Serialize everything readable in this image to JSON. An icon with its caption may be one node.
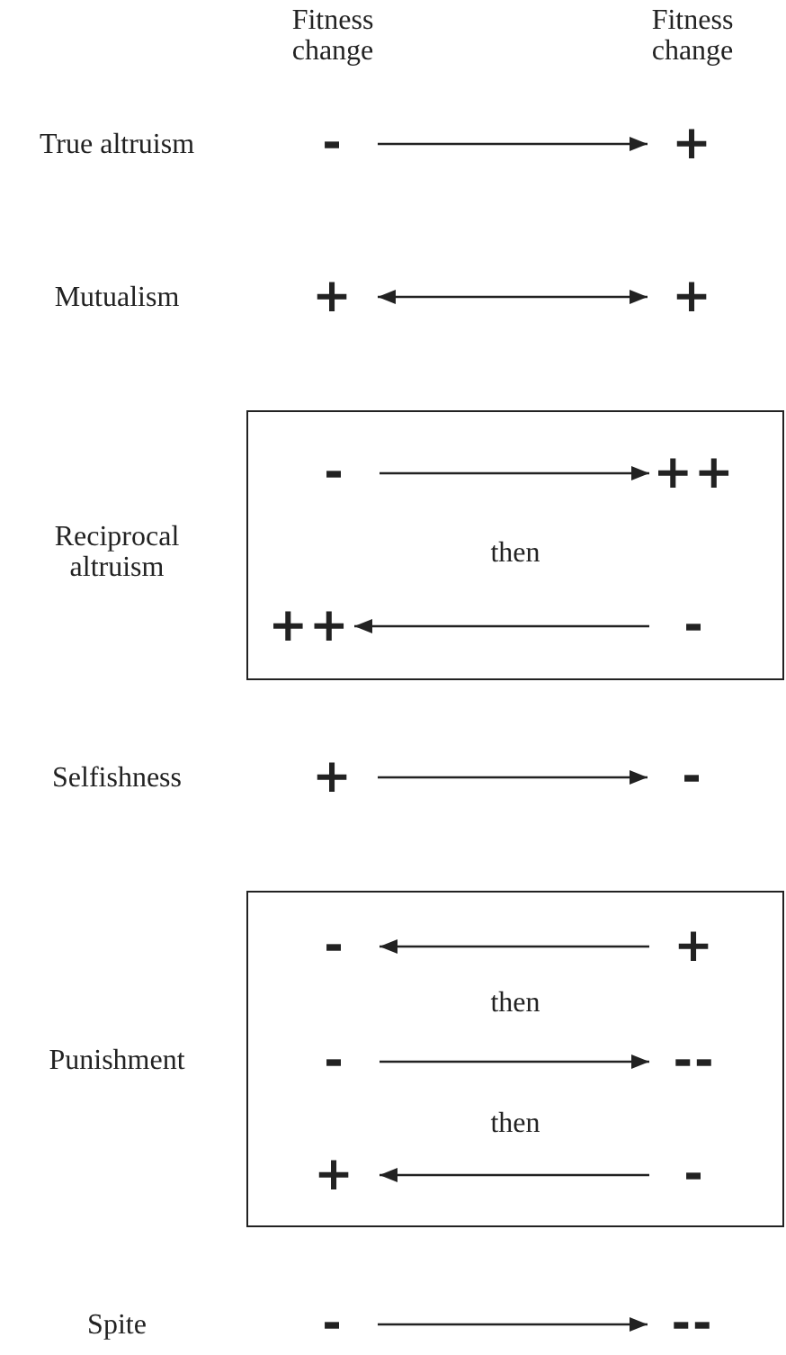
{
  "diagram": {
    "nodes": [
      {
        "text": [
          "-"
        ]
      },
      {
        "text": [
          "+"
        ]
      },
      {
        "text": [
          "+"
        ]
      },
      {
        "text": [
          "+"
        ]
      },
      {
        "text": [
          "then"
        ]
      },
      {
        "text": [
          "-"
        ],
        "in": 4
      },
      {
        "text": [
          "++"
        ],
        "in": 4
      },
      {
        "text": [
          "++"
        ],
        "in": 4
      },
      {
        "text": [
          "-"
        ],
        "in": 4
      },
      {
        "text": [
          "+"
        ]
      },
      {
        "text": [
          "-"
        ]
      },
      {
        "text": [
          "then",
          "then"
        ]
      },
      {
        "text": [
          "-"
        ],
        "in": 11
      },
      {
        "text": [
          "+"
        ],
        "in": 11
      },
      {
        "text": [
          "-"
        ],
        "in": 11
      },
      {
        "text": [
          "--"
        ],
        "in": 11
      },
      {
        "text": [
          "+"
        ],
        "in": 11
      },
      {
        "text": [
          "-"
        ],
        "in": 11
      },
      {
        "text": [
          "-"
        ]
      },
      {
        "text": [
          "--"
        ]
      }
    ],
    "edges": [
      {
        "from": 0,
        "to": 1,
        "arrow": "to"
      },
      {
        "from": 2,
        "to": 3,
        "arrow": "both"
      },
      {
        "from": 5,
        "to": 6,
        "arrow": "to"
      },
      {
        "from": 8,
        "to": 7,
        "arrow": "to"
      },
      {
        "from": 9,
        "to": 10,
        "arrow": "to"
      },
      {
        "from": 13,
        "to": 12,
        "arrow": "to"
      },
      {
        "from": 14,
        "to": 15,
        "arrow": "to"
      },
      {
        "from": 17,
        "to": 16,
        "arrow": "to"
      },
      {
        "from": 18,
        "to": 19,
        "arrow": "to"
      }
    ],
    "labels": [
      "Fitness change",
      "Fitness change",
      "True altruism",
      "Mutualism",
      "Reciprocal altruism",
      "Selfishness",
      "Punishment",
      "Spite"
    ]
  }
}
